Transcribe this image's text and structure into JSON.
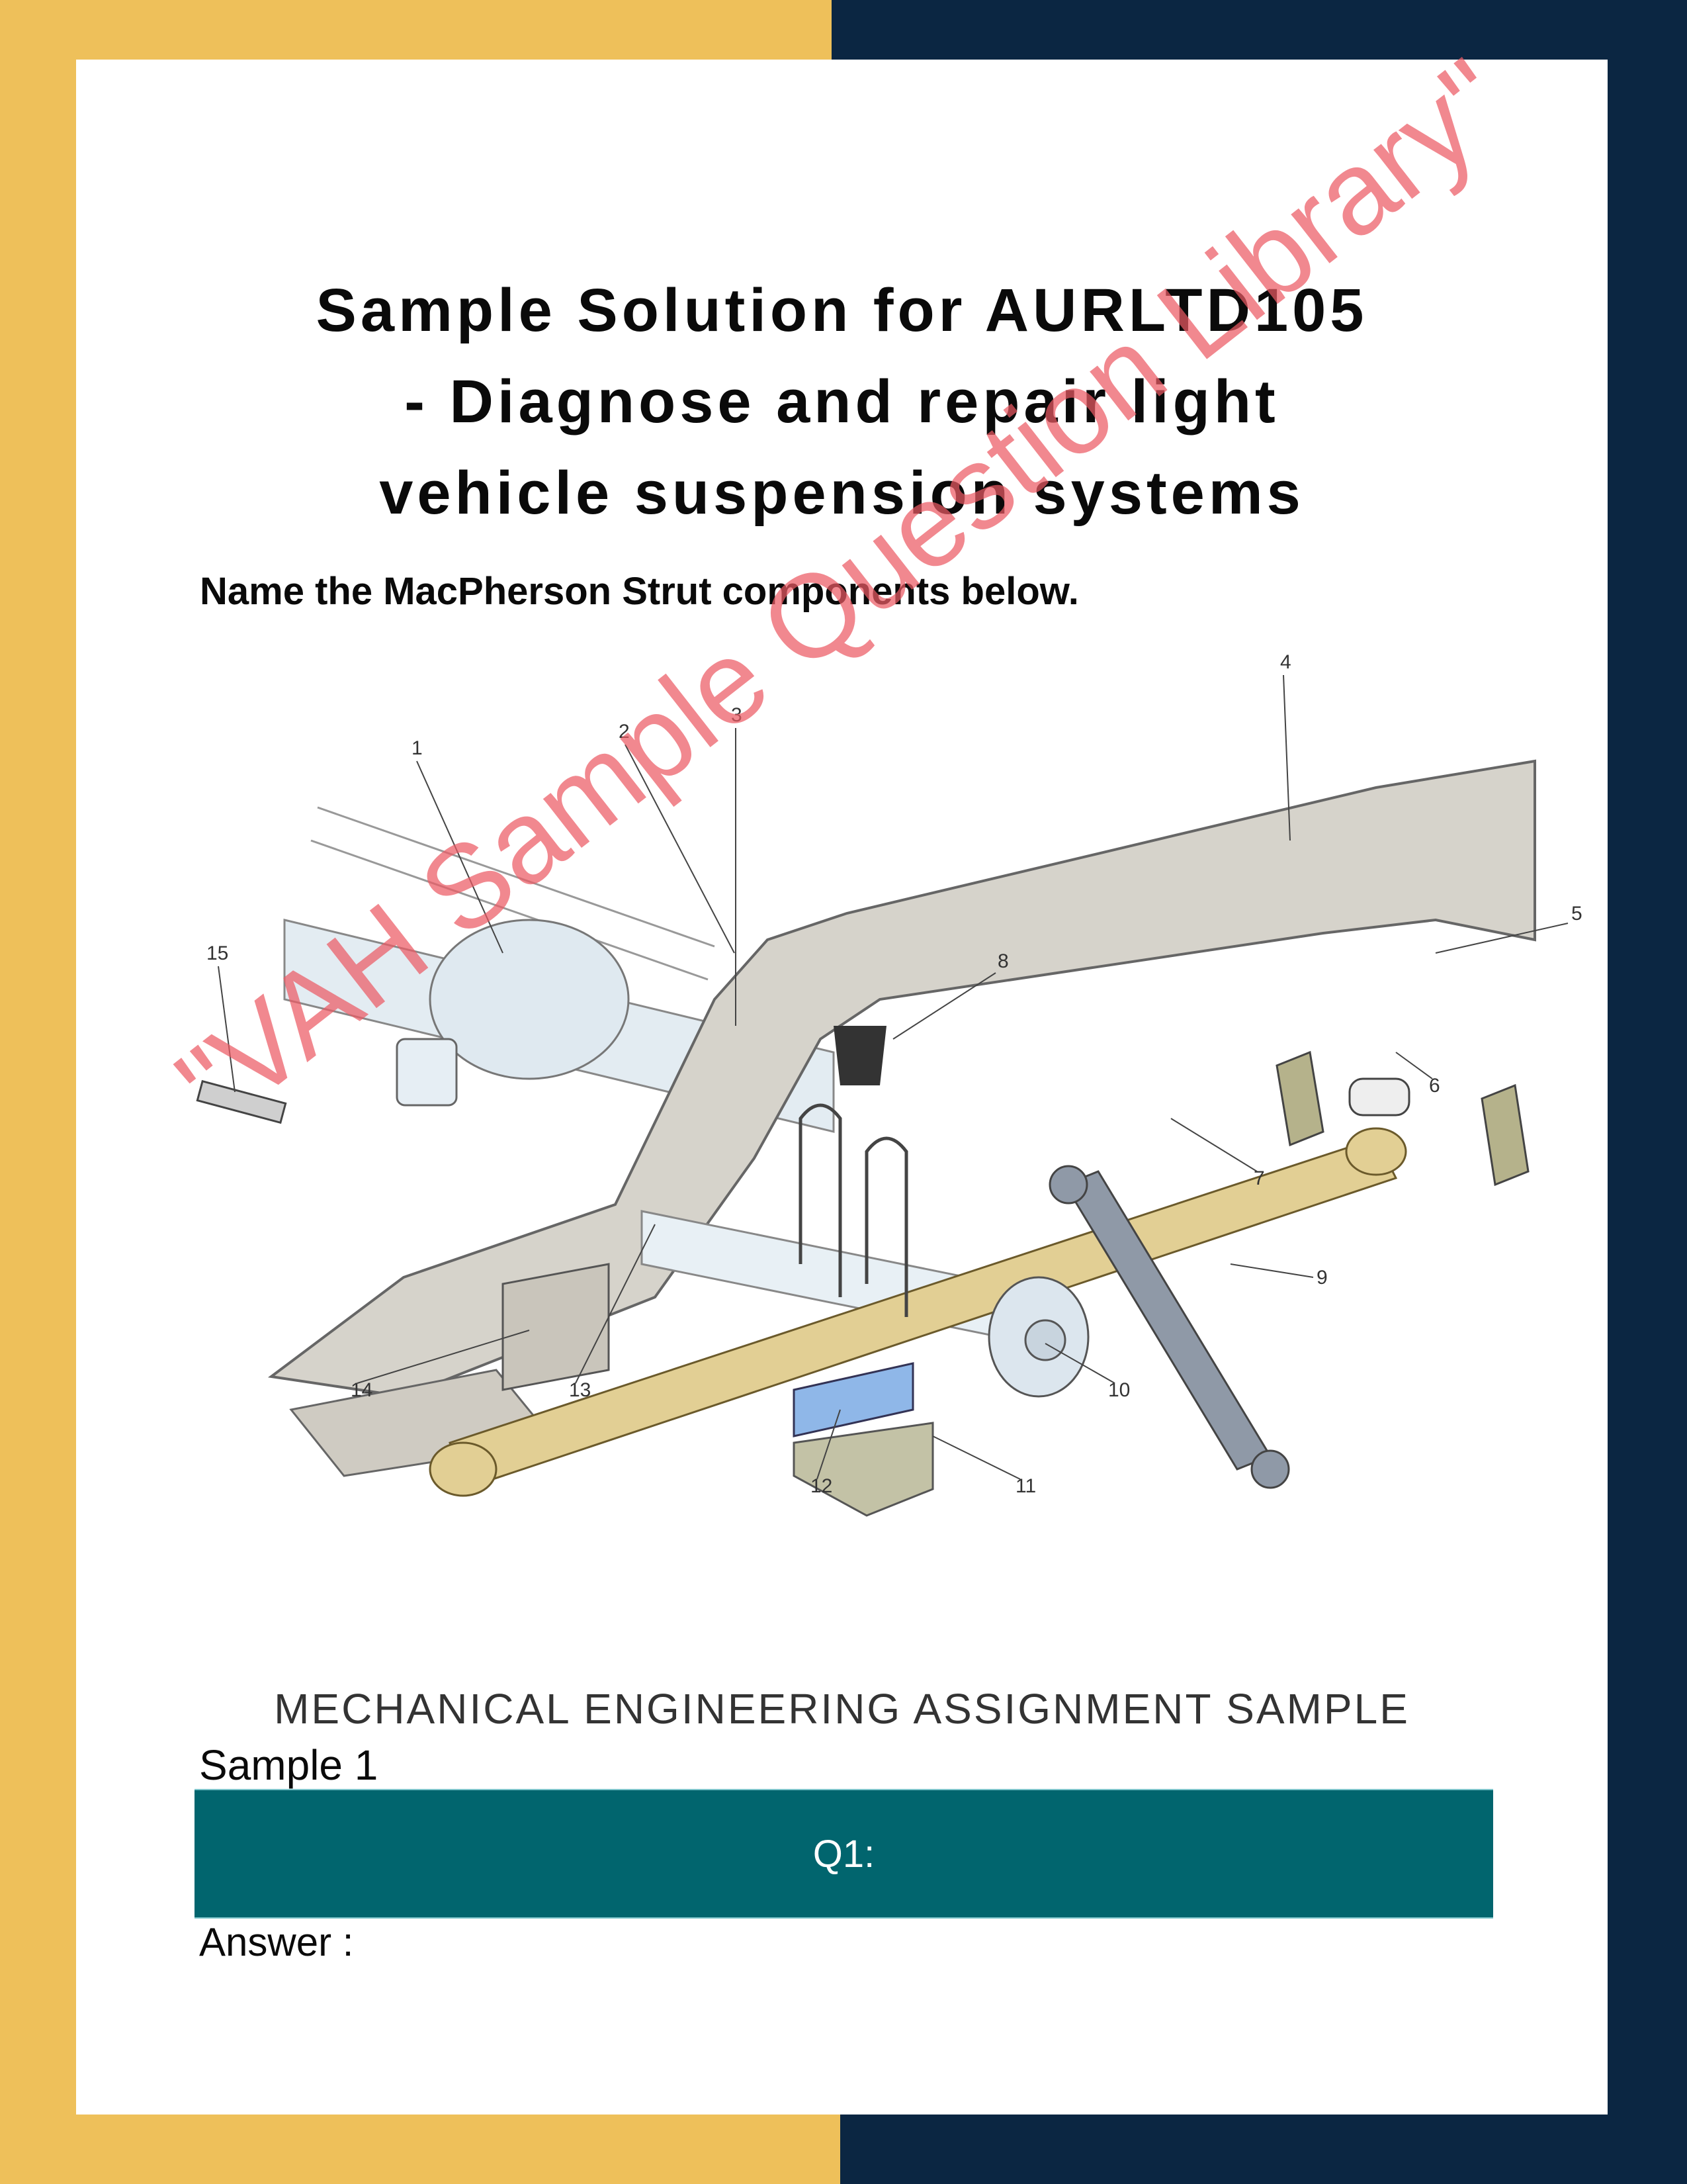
{
  "colors": {
    "accent_yellow": "#eec05a",
    "accent_navy": "#0b2642",
    "question_bar": "#01656e",
    "watermark": "#eb5a64"
  },
  "document": {
    "title_lines": [
      "Sample Solution for AURLTD105",
      "- Diagnose and repair light",
      "vehicle suspension systems"
    ],
    "prompt": "Name the MacPherson Strut components below.",
    "figure": {
      "description": "Exploded diagram of leaf-spring rear suspension with numbered callouts",
      "callouts": [
        "1",
        "2",
        "3",
        "4",
        "5",
        "6",
        "7",
        "8",
        "9",
        "10",
        "11",
        "12",
        "13",
        "14",
        "15"
      ]
    },
    "watermark": "\"VAH Sample Question Library\"",
    "subject_heading": "MECHANICAL ENGINEERING ASSIGNMENT SAMPLE",
    "sample_label": "Sample 1",
    "question_label": "Q1:",
    "answer_label": "Answer :"
  }
}
